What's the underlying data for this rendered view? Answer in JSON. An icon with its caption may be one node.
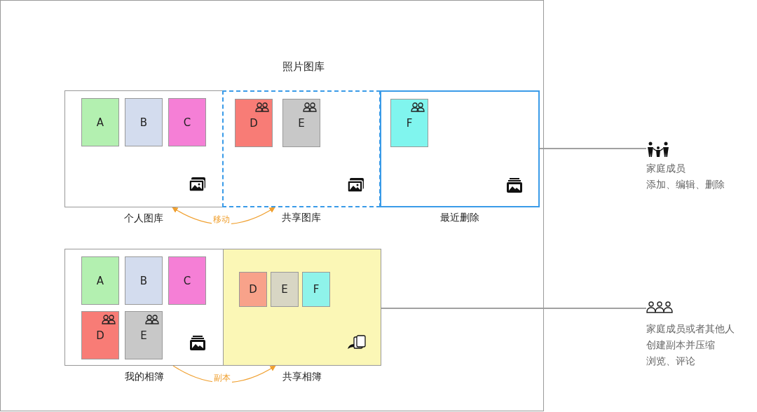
{
  "diagram": {
    "title": "照片图库",
    "nodes": [
      {
        "text": [
          "个人图库"
        ]
      },
      {
        "text": [
          "A"
        ],
        "in": 0
      },
      {
        "text": [
          "B"
        ],
        "in": 0
      },
      {
        "text": [
          "C"
        ],
        "in": 0
      },
      {
        "text": [
          "共享图库"
        ]
      },
      {
        "text": [
          "D"
        ],
        "in": 4
      },
      {
        "text": [
          "E"
        ],
        "in": 4
      },
      {
        "text": [
          "最近删除"
        ]
      },
      {
        "text": [
          "F"
        ],
        "in": 7
      },
      {
        "text": [
          "我的相簿"
        ]
      },
      {
        "text": [
          "A"
        ],
        "in": 9
      },
      {
        "text": [
          "B"
        ],
        "in": 9
      },
      {
        "text": [
          "C"
        ],
        "in": 9
      },
      {
        "text": [
          "D"
        ],
        "in": 9
      },
      {
        "text": [
          "E"
        ],
        "in": 9
      },
      {
        "text": [
          "共享相簿"
        ]
      },
      {
        "text": [
          "D"
        ],
        "in": 15
      },
      {
        "text": [
          "E"
        ],
        "in": 15
      },
      {
        "text": [
          "F"
        ],
        "in": 15
      },
      {
        "text": [
          "家庭成员",
          "添加、编辑、删除"
        ]
      },
      {
        "text": [
          "家庭成员或者其他人",
          "创建副本并压缩",
          "浏览、评论"
        ]
      }
    ],
    "edges": [
      {
        "from": 0,
        "to": 4,
        "arrow": "both",
        "label": "移动",
        "color": "#f0a030"
      },
      {
        "from": 9,
        "to": 15,
        "arrow": "to",
        "label": "副本",
        "color": "#f0a030"
      },
      {
        "from": 7,
        "to": 19,
        "arrow": "none",
        "color": "#444444"
      },
      {
        "from": 15,
        "to": 20,
        "arrow": "none",
        "color": "#444444"
      }
    ]
  }
}
